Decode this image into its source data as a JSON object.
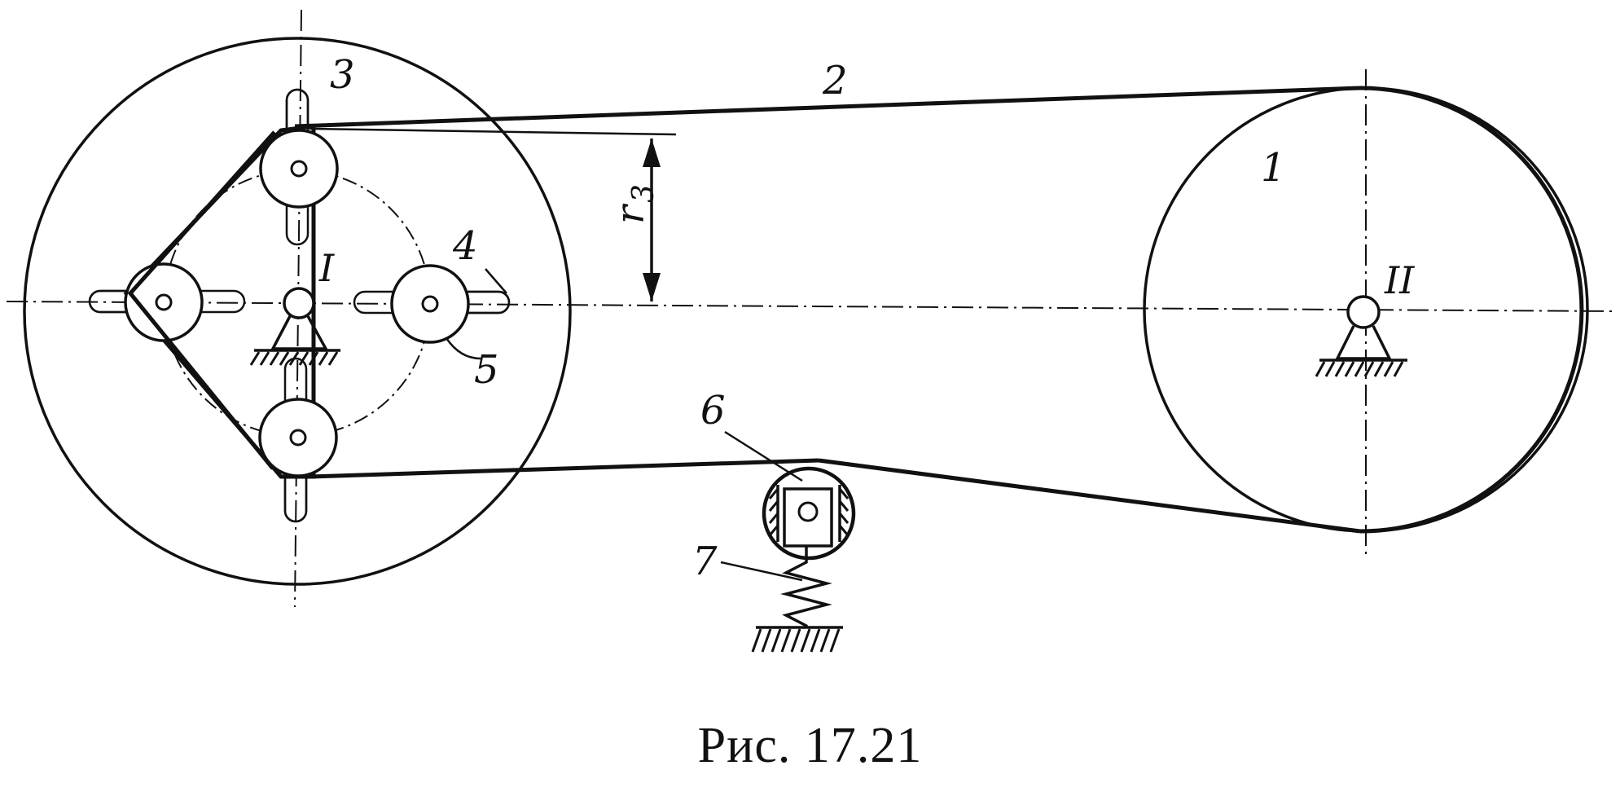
{
  "figure": {
    "caption": "Рис. 17.21",
    "labels": {
      "pulley_1": "1",
      "belt_2": "2",
      "roller_3": "3",
      "slot_4": "4",
      "roller_5": "5",
      "tensioner_6": "6",
      "spring_7": "7",
      "shaft_I": "I",
      "shaft_II": "II",
      "radius_r3_main": "r",
      "radius_r3_sub": "3"
    }
  }
}
